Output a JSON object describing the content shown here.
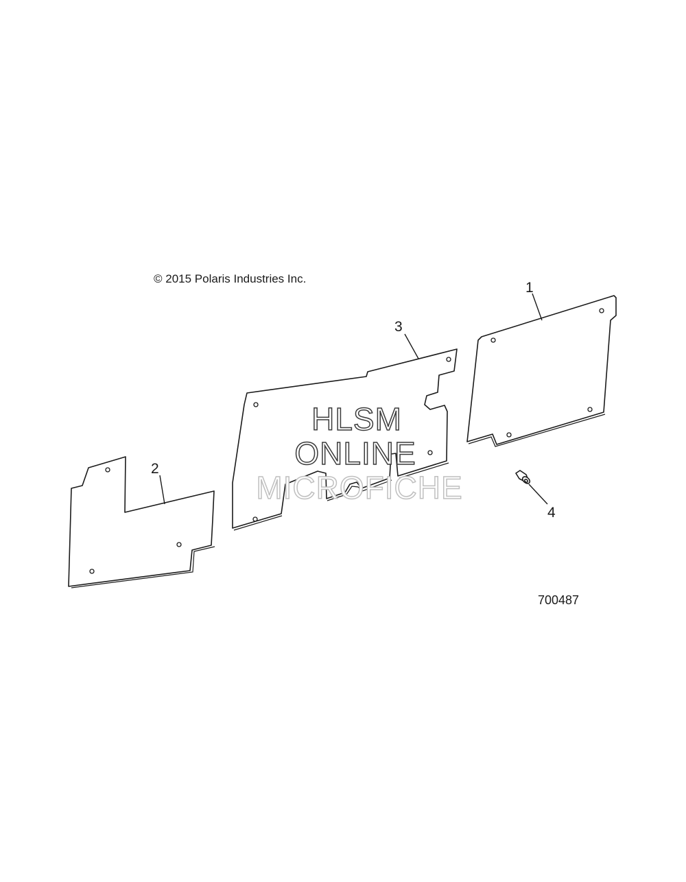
{
  "copyright": "© 2015 Polaris Industries Inc.",
  "figure_number": "700487",
  "callouts": {
    "part_1": "1",
    "part_2": "2",
    "part_3": "3",
    "part_4": "4"
  },
  "watermark": {
    "line1": "HLSM",
    "line2": "ONLINE",
    "line3": "MICROFICHE"
  },
  "colors": {
    "line": "#1a1a1a",
    "background": "#ffffff",
    "watermark_light": "#bfbfbf"
  }
}
